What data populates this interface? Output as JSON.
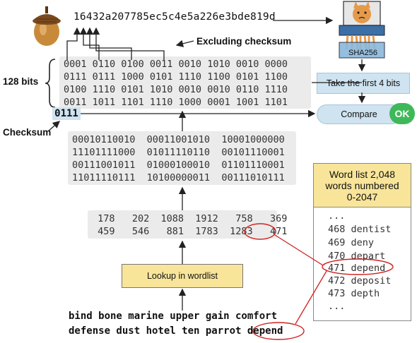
{
  "hash_hex": "16432a207785ec5c4e5a226e3bde819d",
  "labels": {
    "excluding_checksum": "Excluding checksum",
    "bits_128": "128 bits",
    "checksum": "Checksum",
    "sha256": "SHA256"
  },
  "entropy_rows": [
    "0001 0110 0100 0011 0010 1010 0010 0000",
    "0111 0111 1000 0101 1110 1100 0101 1100",
    "0100 1110 0101 1010 0010 0010 0110 1110",
    "0011 1011 1101 1110 1000 0001 1001 1101"
  ],
  "checksum_bits": "0111",
  "process": {
    "take_first_bits": "Take the first 4 bits",
    "compare": "Compare",
    "ok_badge": "OK",
    "lookup": "Lookup in wordlist"
  },
  "eleven_bit_rows": [
    "00010110010  00011001010  10001000000",
    "11101111000  01011110110  00101110001",
    "00111001011  01000100010  01101110001",
    "11011110111  10100000011  00111010111"
  ],
  "index_rows": [
    " 178   202  1088  1912   758   369",
    " 459   546   881  1783  1283   471"
  ],
  "highlighted_index": "471",
  "wordlist": {
    "title_line1": "Word list 2,048",
    "title_line2": "words numbered",
    "title_line3": "0-2047",
    "items": [
      "...",
      "468 dentist",
      "469 deny",
      "470 depart",
      "471 depend",
      "472 deposit",
      "473 depth",
      "..."
    ]
  },
  "phrase": {
    "line1": "bind bone marine upper gain comfort",
    "line2_prefix": "defense dust hotel ten parrot ",
    "highlighted_word": "depend"
  },
  "colors": {
    "gray_box": "#ebebeb",
    "blue_process": "#cfe3f0",
    "yellow_box": "#f8e59a",
    "ok_green": "#3fb85a",
    "highlight_red": "#d02020",
    "checksum_highlight": "#cfe3f0"
  }
}
